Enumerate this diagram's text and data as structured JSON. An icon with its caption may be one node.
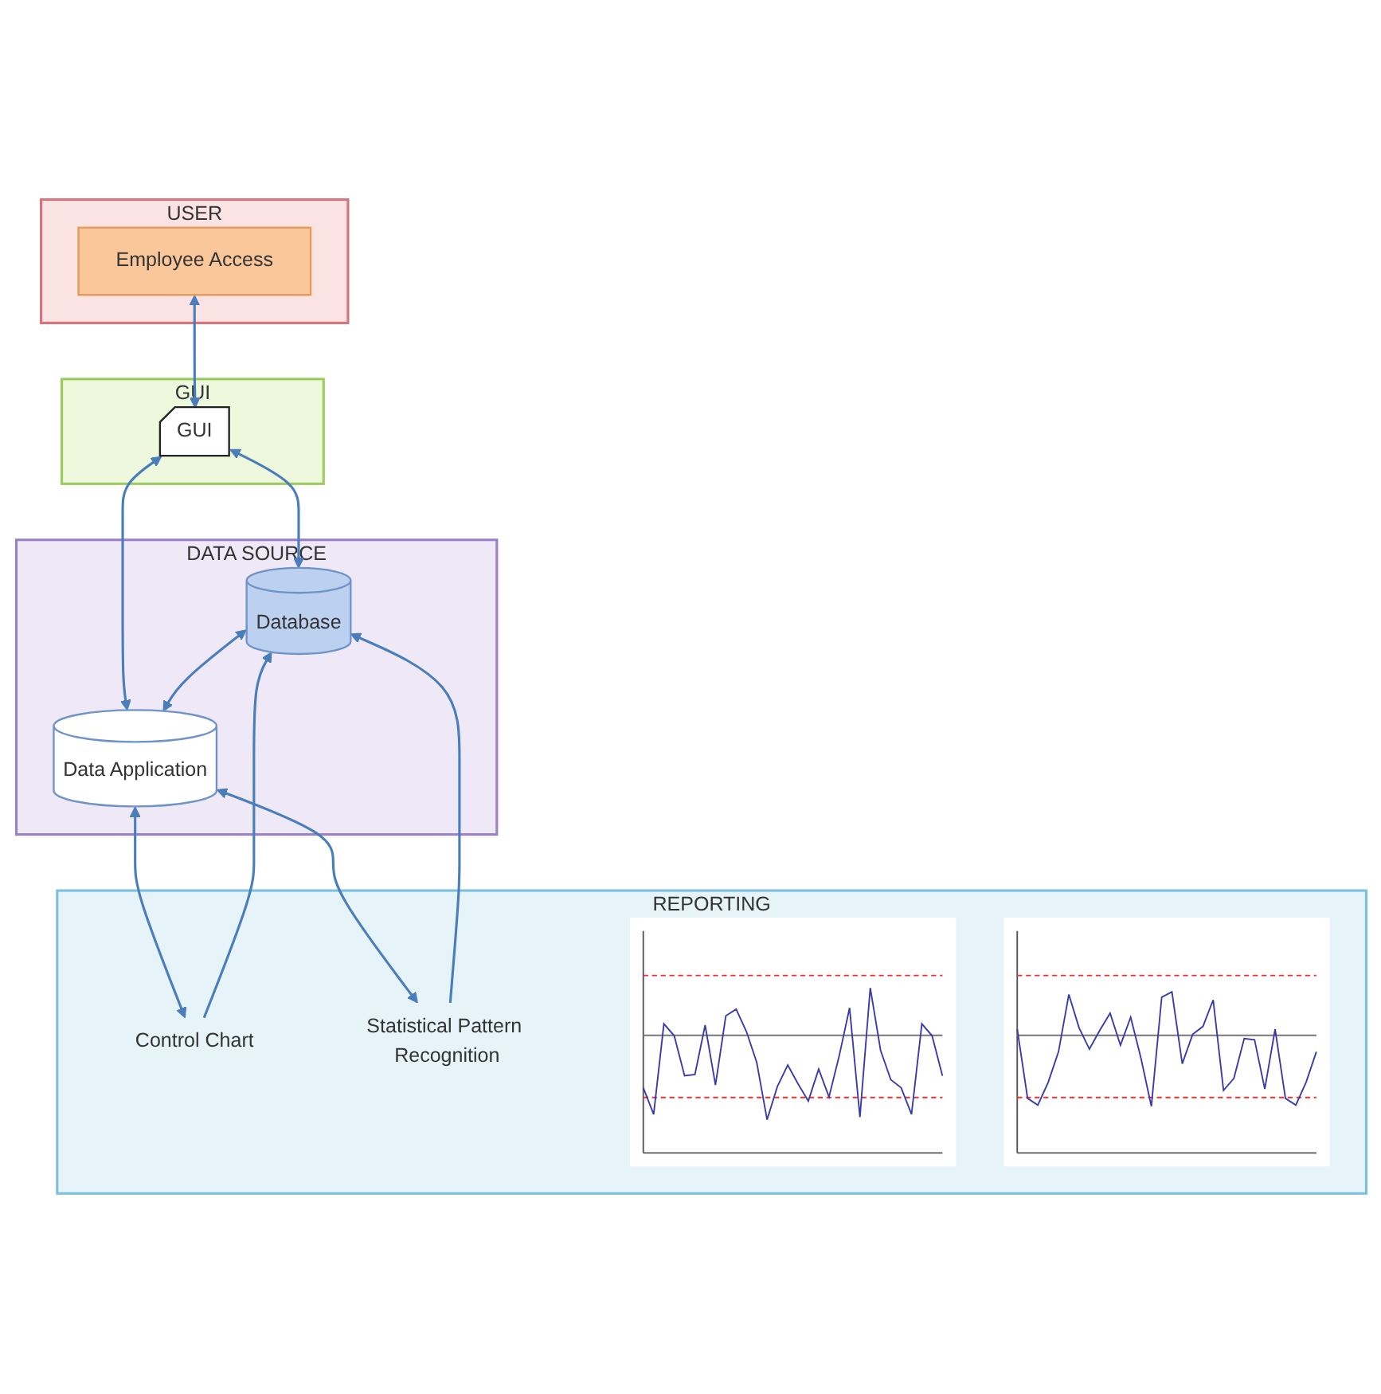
{
  "diagram": {
    "nodes": [
      {
        "text": [
          "USER"
        ]
      },
      {
        "text": [
          "Employee Access"
        ],
        "in": 0
      },
      {
        "text": [
          "GUI"
        ]
      },
      {
        "text": [
          "GUI"
        ],
        "in": 2
      },
      {
        "text": [
          "DATA SOURCE"
        ]
      },
      {
        "text": [
          "Database"
        ],
        "in": 4
      },
      {
        "text": [
          "Data Application"
        ],
        "in": 4
      },
      {
        "text": [
          "REPORTING"
        ]
      },
      {
        "text": [
          "Control Chart"
        ],
        "in": 7
      },
      {
        "text": [
          "Statistical Pattern Recognition"
        ],
        "in": 7
      },
      {
        "text": [],
        "shape": "picture",
        "in": 7
      },
      {
        "text": [],
        "shape": "picture",
        "in": 7
      }
    ],
    "edges": [
      {
        "from": 1,
        "to": 3,
        "arrow": "both"
      },
      {
        "from": 3,
        "to": 5,
        "arrow": "both"
      },
      {
        "from": 3,
        "to": 6,
        "arrow": "both"
      },
      {
        "from": 5,
        "to": 6,
        "arrow": "both"
      },
      {
        "from": 8,
        "to": 5,
        "arrow": "to"
      },
      {
        "from": 6,
        "to": 8,
        "arrow": "both"
      },
      {
        "from": 9,
        "to": 5,
        "arrow": "to"
      },
      {
        "from": 6,
        "to": 9,
        "arrow": "both"
      }
    ]
  }
}
